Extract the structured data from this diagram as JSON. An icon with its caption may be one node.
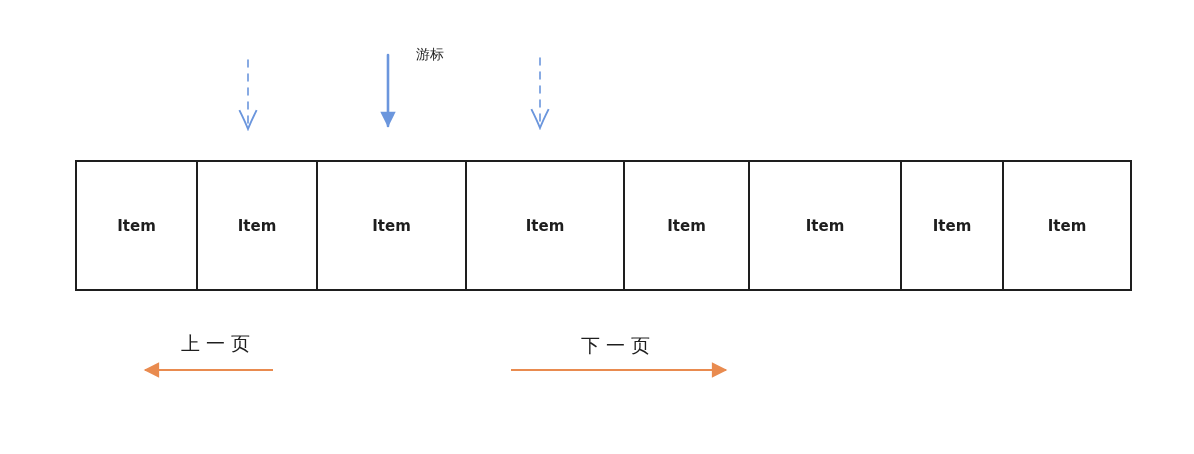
{
  "diagram": {
    "nodes": [
      {
        "text": [
          "Item"
        ]
      },
      {
        "text": [
          "Item"
        ]
      },
      {
        "text": [
          "Item"
        ]
      },
      {
        "text": [
          "Item"
        ]
      },
      {
        "text": [
          "Item"
        ]
      },
      {
        "text": [
          "Item"
        ]
      },
      {
        "text": [
          "Item"
        ]
      },
      {
        "text": [
          "Item"
        ]
      }
    ],
    "edges": [
      {
        "from": null,
        "to": 1,
        "arrow": "to",
        "style": "dashed"
      },
      {
        "from": null,
        "to": 2,
        "arrow": "to",
        "label": "游标"
      },
      {
        "from": null,
        "to": 3,
        "arrow": "to",
        "style": "dashed"
      }
    ],
    "labels": [
      "上一页",
      "下一页"
    ]
  }
}
